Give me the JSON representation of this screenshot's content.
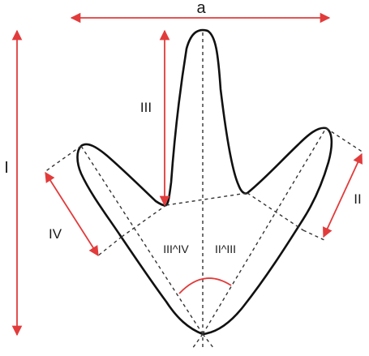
{
  "labels": {
    "a": "a",
    "I": "I",
    "II": "II",
    "III": "III",
    "IV": "IV",
    "angle_left": "III^IV",
    "angle_right": "II^III"
  },
  "colors": {
    "outline": "#111111",
    "dashed": "#333333",
    "arrow": "#e23b3b",
    "angle_arc": "#e23b3b"
  }
}
